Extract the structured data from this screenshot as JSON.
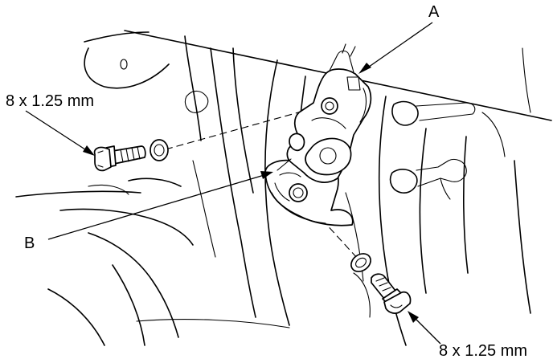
{
  "labels": {
    "a": "A",
    "b": "B"
  },
  "bolts": {
    "upper": "8 x 1.25 mm",
    "lower": "8 x 1.25 mm"
  }
}
